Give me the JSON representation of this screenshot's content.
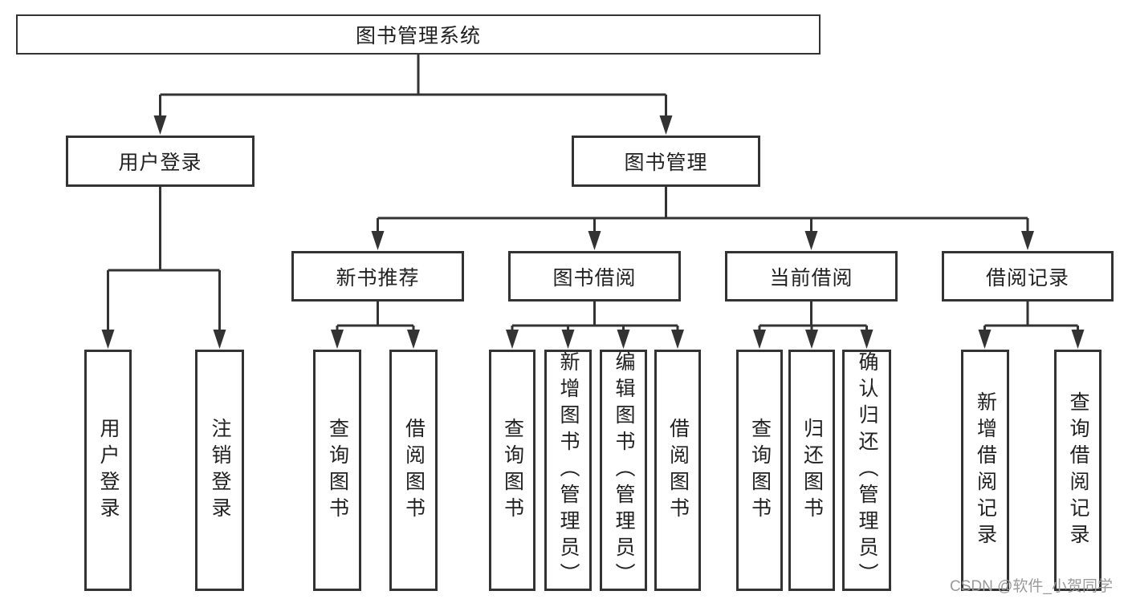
{
  "diagram": {
    "title": "图书管理系统",
    "tree": {
      "label": "图书管理系统",
      "children": [
        {
          "label": "用户登录",
          "children": [
            {
              "label": "用户登录"
            },
            {
              "label": "注销登录"
            }
          ]
        },
        {
          "label": "图书管理",
          "children": [
            {
              "label": "新书推荐",
              "children": [
                {
                  "label": "查询图书"
                },
                {
                  "label": "借阅图书"
                }
              ]
            },
            {
              "label": "图书借阅",
              "children": [
                {
                  "label": "查询图书"
                },
                {
                  "label": "新增图书（管理员）"
                },
                {
                  "label": "编辑图书（管理员）"
                },
                {
                  "label": "借阅图书"
                }
              ]
            },
            {
              "label": "当前借阅",
              "children": [
                {
                  "label": "查询图书"
                },
                {
                  "label": "归还图书"
                },
                {
                  "label": "确认归还（管理员）"
                }
              ]
            },
            {
              "label": "借阅记录",
              "children": [
                {
                  "label": "新增借阅记录"
                },
                {
                  "label": "查询借阅记录"
                }
              ]
            }
          ]
        }
      ]
    }
  },
  "watermark": {
    "text": "CSDN @软件_小贺同学"
  },
  "colors": {
    "line": "#333333",
    "text": "#212121",
    "watermark": "#9a9a9a",
    "background": "#ffffff"
  }
}
